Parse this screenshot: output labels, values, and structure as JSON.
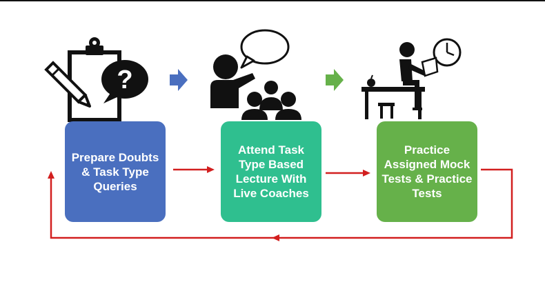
{
  "steps": [
    {
      "label": "Prepare Doubts & Task Type Queries",
      "color": "#4a6fbf",
      "icon": "clipboard-question-icon"
    },
    {
      "label": "Attend Task Type Based Lecture With Live Coaches",
      "color": "#2fbf8f",
      "icon": "teacher-lecture-icon"
    },
    {
      "label": "Practice Assigned Mock Tests & Practice Tests",
      "color": "#66b14a",
      "icon": "student-study-clock-icon"
    }
  ],
  "colors": {
    "connector": "#d21f1f",
    "arrow_blue": "#4a6fbf",
    "arrow_green": "#66b14a",
    "icon": "#111111"
  }
}
